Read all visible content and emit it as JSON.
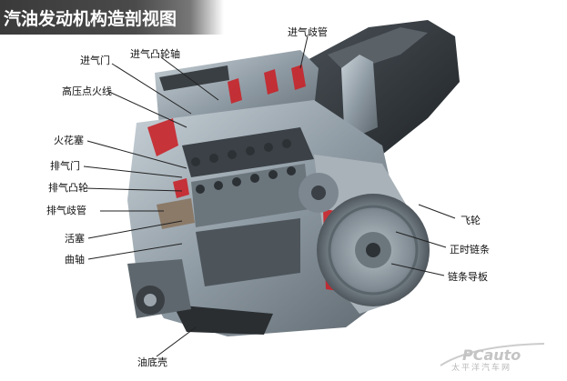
{
  "title": "汽油发动机构造剖视图",
  "labels": {
    "intake_valve": "进气门",
    "intake_camshaft": "进气凸轮轴",
    "intake_manifold": "进气歧管",
    "hv_ignition_wire": "高压点火线",
    "spark_plug": "火花塞",
    "exhaust_valve": "排气门",
    "exhaust_cam": "排气凸轮",
    "exhaust_manifold": "排气歧管",
    "piston": "活塞",
    "crankshaft": "曲轴",
    "flywheel": "飞轮",
    "timing_chain": "正时链条",
    "chain_guide": "链条导板",
    "oil_pan": "油底壳"
  },
  "watermark": {
    "logo": "PCauto",
    "subtitle": "太平洋汽车网"
  },
  "colors": {
    "title_bar": "#3a3a3a",
    "accent_red": "#c8242a",
    "engine_metal": "#9aa7b0",
    "engine_dark": "#2b2f33"
  }
}
